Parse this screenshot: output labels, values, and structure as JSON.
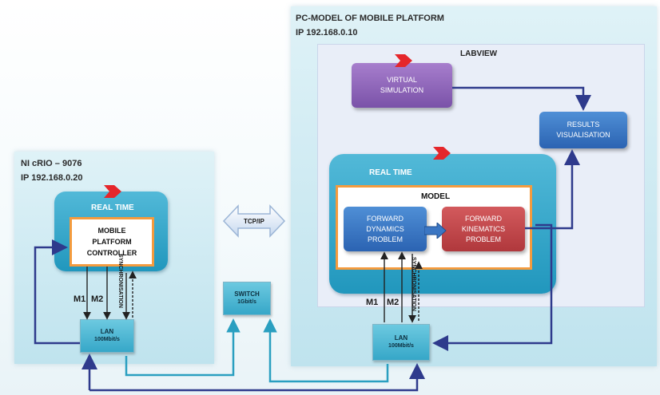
{
  "pc_model": {
    "title": "PC-MODEL OF MOBILE PLATFORM",
    "ip": "IP 192.168.0.10",
    "labview": {
      "title": "LABVIEW",
      "virtual_simulation": "VIRTUAL\nSIMULATION",
      "results_visualisation": "RESULTS\nVISUALISATION",
      "real_time": {
        "title": "REAL TIME",
        "model": {
          "title": "MODEL",
          "forward_dynamics": "FORWARD\nDYNAMICS\nPROBLEM",
          "forward_kinematics": "FORWARD\nKINEMATICS\nPROBLEM"
        }
      }
    },
    "lan": {
      "title": "LAN",
      "speed": "100Mbit/s"
    },
    "m1": "M1",
    "m2": "M2",
    "sync": "SYNCHRONISATION"
  },
  "crio": {
    "title": "NI cRIO – 9076",
    "ip": "IP 192.168.0.20",
    "real_time": {
      "title": "REAL TIME",
      "controller": "MOBILE\nPLATFORM\nCONTROLLER"
    },
    "lan": {
      "title": "LAN",
      "speed": "100Mbit/s"
    },
    "m1": "M1",
    "m2": "M2",
    "sync": "SYNCHRONISATION"
  },
  "link": {
    "protocol": "TCP/IP"
  },
  "switch": {
    "title": "SWITCH",
    "speed": "1Gbit/s"
  },
  "colors": {
    "arrow": "#2e3a8c",
    "orange": "#f49b3e",
    "real_time": "#2aa3c9",
    "flag": "#e5262b"
  }
}
